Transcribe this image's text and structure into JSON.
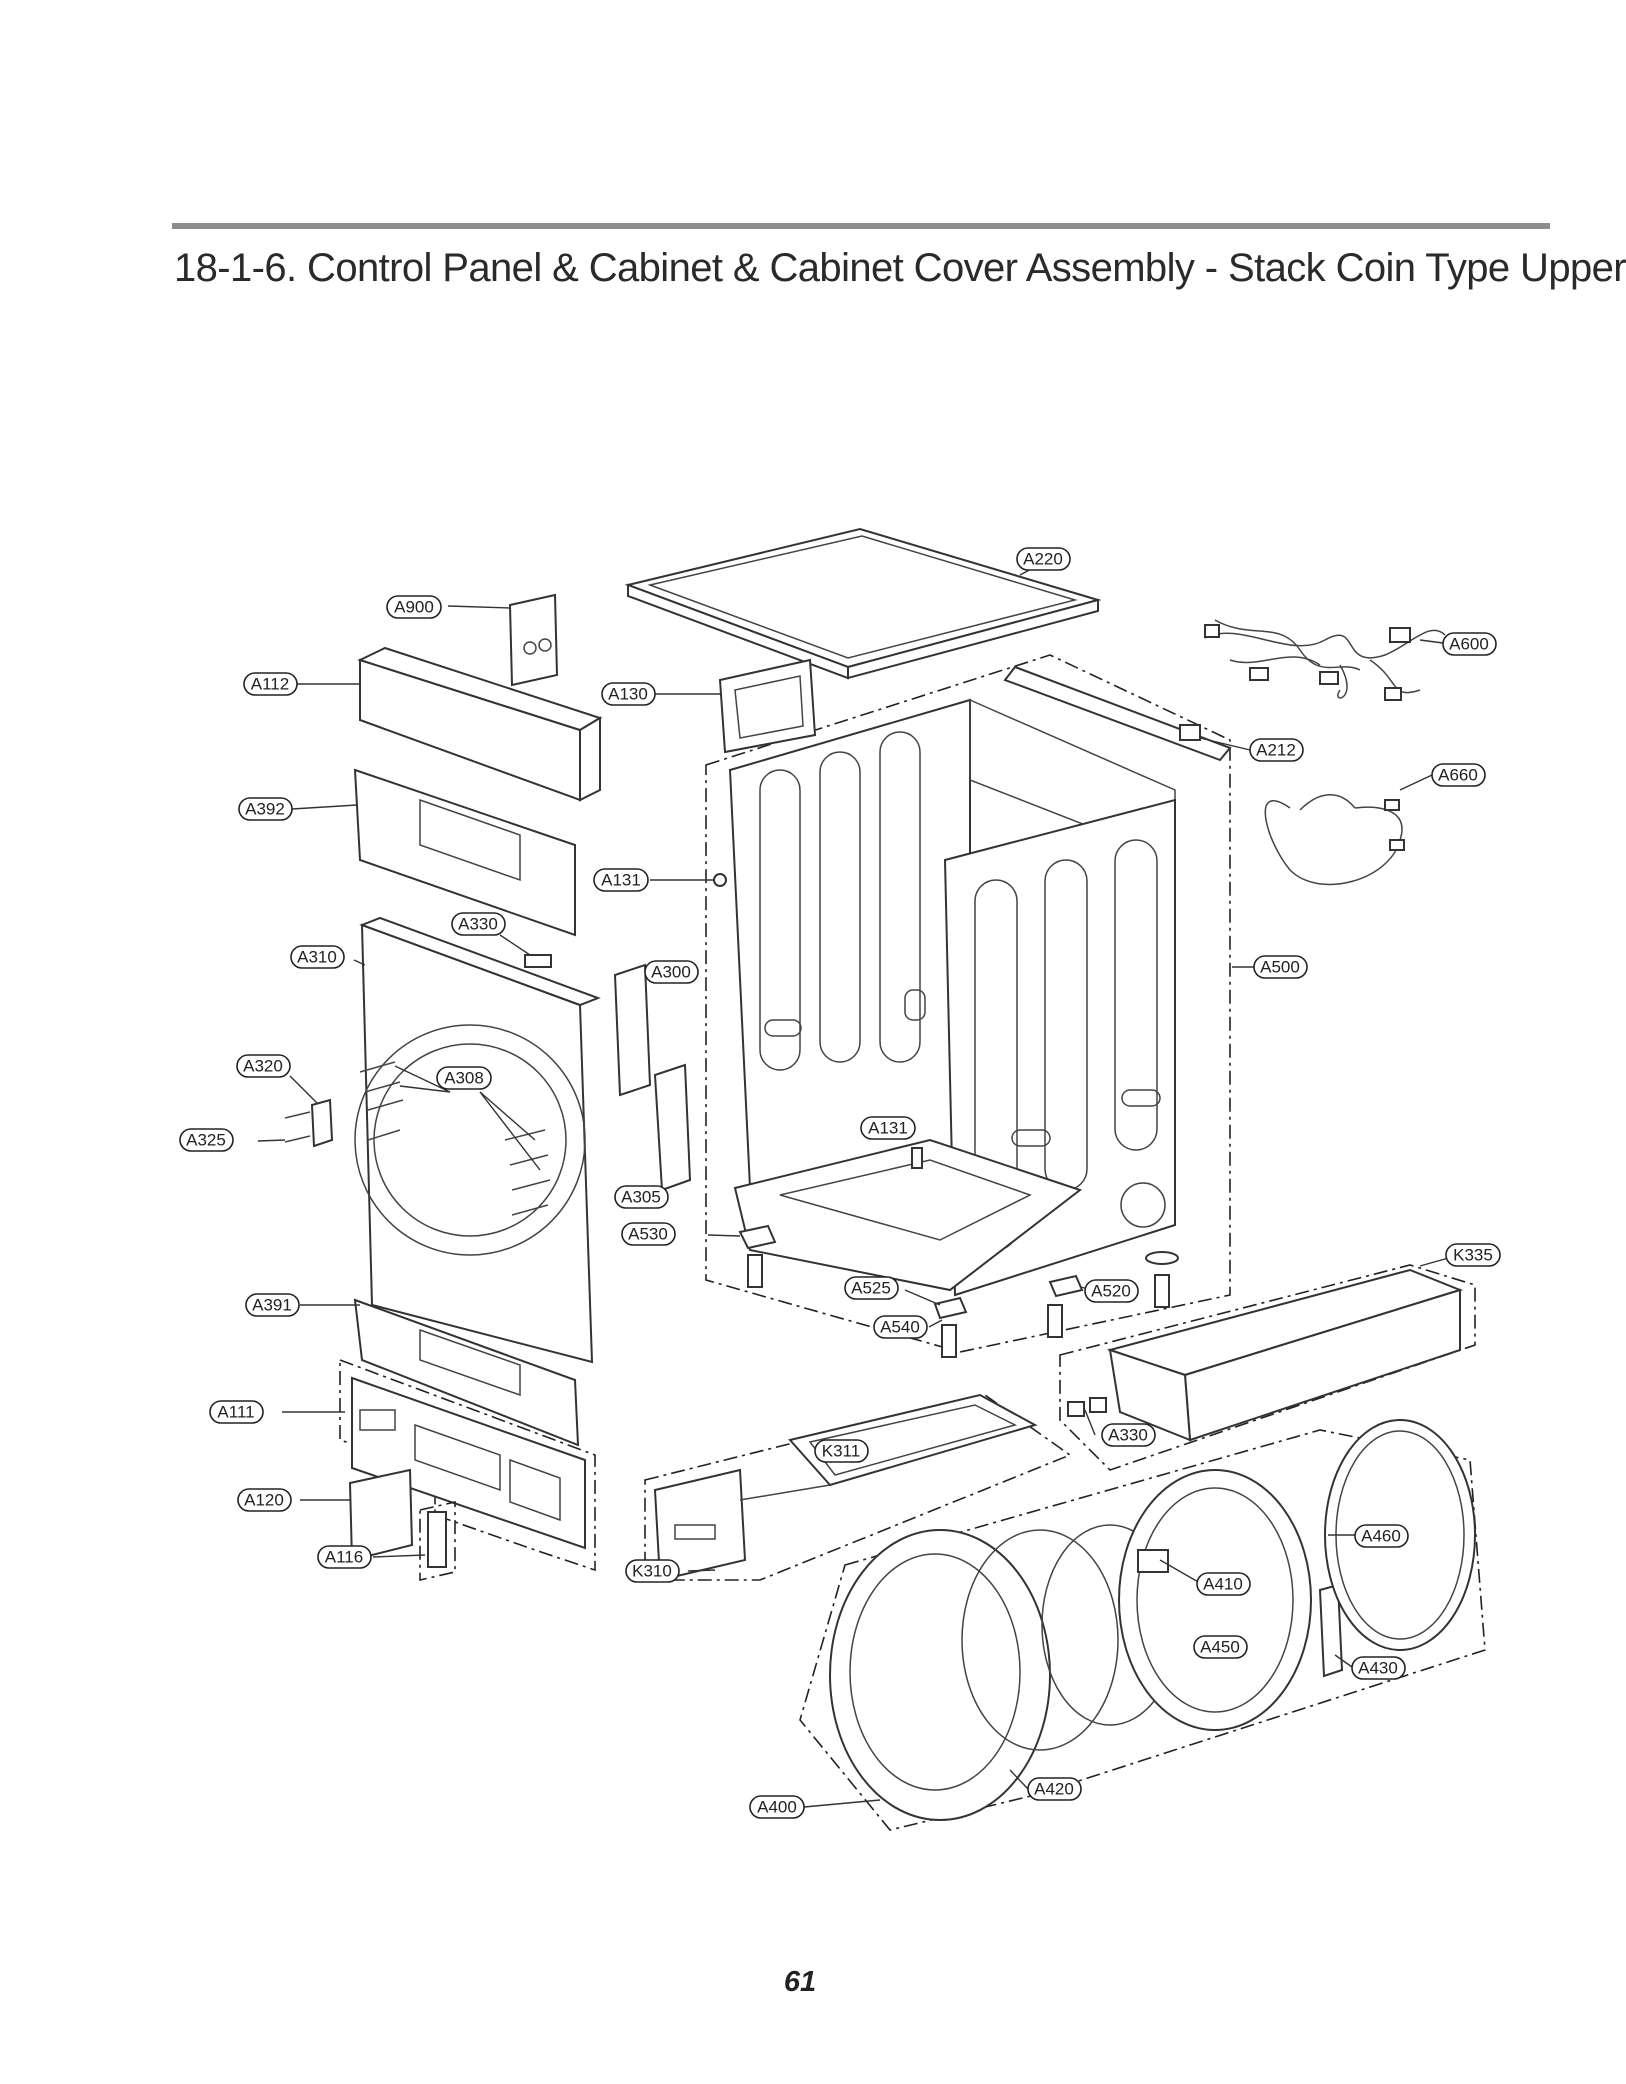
{
  "header": {
    "title": "18-1-6. Control Panel & Cabinet & Cabinet Cover Assembly - Stack Coin Type Upper"
  },
  "diagram": {
    "callouts": {
      "A220": "A220",
      "A900": "A900",
      "A600": "A600",
      "A112": "A112",
      "A130": "A130",
      "A212": "A212",
      "A660": "A660",
      "A392": "A392",
      "A131": "A131",
      "A330": "A330",
      "A310": "A310",
      "A300": "A300",
      "A500": "A500",
      "A320": "A320",
      "A308": "A308",
      "A325": "A325",
      "A305": "A305",
      "A530": "A530",
      "K335": "K335",
      "A525": "A525",
      "A520": "A520",
      "A391": "A391",
      "A540": "A540",
      "A111": "A111",
      "K311": "K311",
      "A120": "A120",
      "A460": "A460",
      "A116": "A116",
      "K310": "K310",
      "A410": "A410",
      "A450": "A450",
      "A430": "A430",
      "A420": "A420",
      "A400": "A400"
    }
  },
  "footer": {
    "page_number": "61"
  }
}
